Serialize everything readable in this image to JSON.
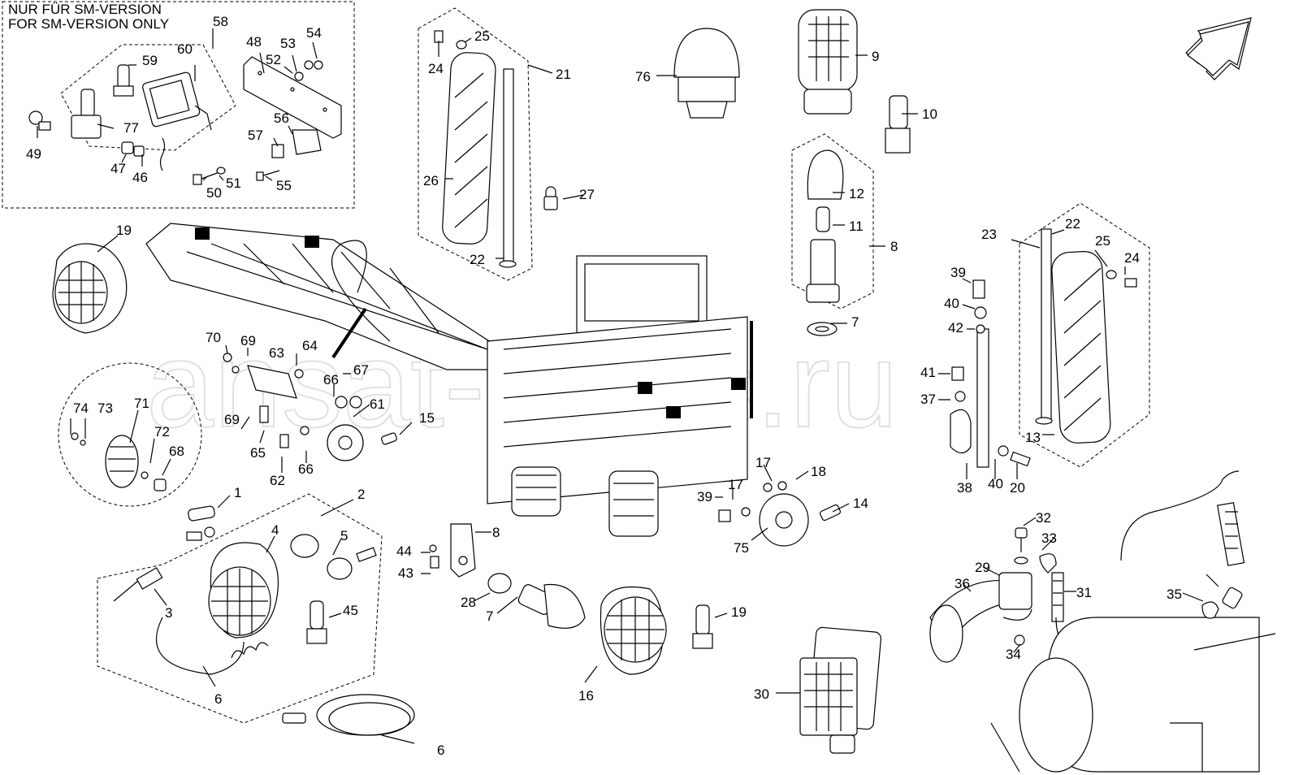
{
  "header": {
    "line1": "NUR FÜR SM-VERSION",
    "line2": "FOR SM-VERSION ONLY"
  },
  "watermark": "ansat-parts.ru",
  "callouts": [
    "58",
    "60",
    "59",
    "48",
    "53",
    "54",
    "52",
    "77",
    "49",
    "47",
    "46",
    "56",
    "57",
    "50",
    "51",
    "55",
    "25",
    "24",
    "21",
    "26",
    "27",
    "22",
    "76",
    "9",
    "10",
    "12",
    "11",
    "8",
    "7",
    "19",
    "70",
    "69",
    "63",
    "64",
    "66",
    "67",
    "61",
    "74",
    "73",
    "71",
    "72",
    "68",
    "65",
    "62",
    "15",
    "39",
    "40",
    "42",
    "41",
    "37",
    "38",
    "20",
    "23",
    "13",
    "1",
    "2",
    "4",
    "5",
    "3",
    "6",
    "45",
    "44",
    "43",
    "8",
    "7",
    "28",
    "6",
    "19",
    "16",
    "17",
    "18",
    "14",
    "75",
    "30",
    "32",
    "33",
    "29",
    "36",
    "31",
    "34",
    "35"
  ],
  "colors": {
    "line": "#000000",
    "background": "#ffffff",
    "watermark": "#c8c8c8"
  }
}
